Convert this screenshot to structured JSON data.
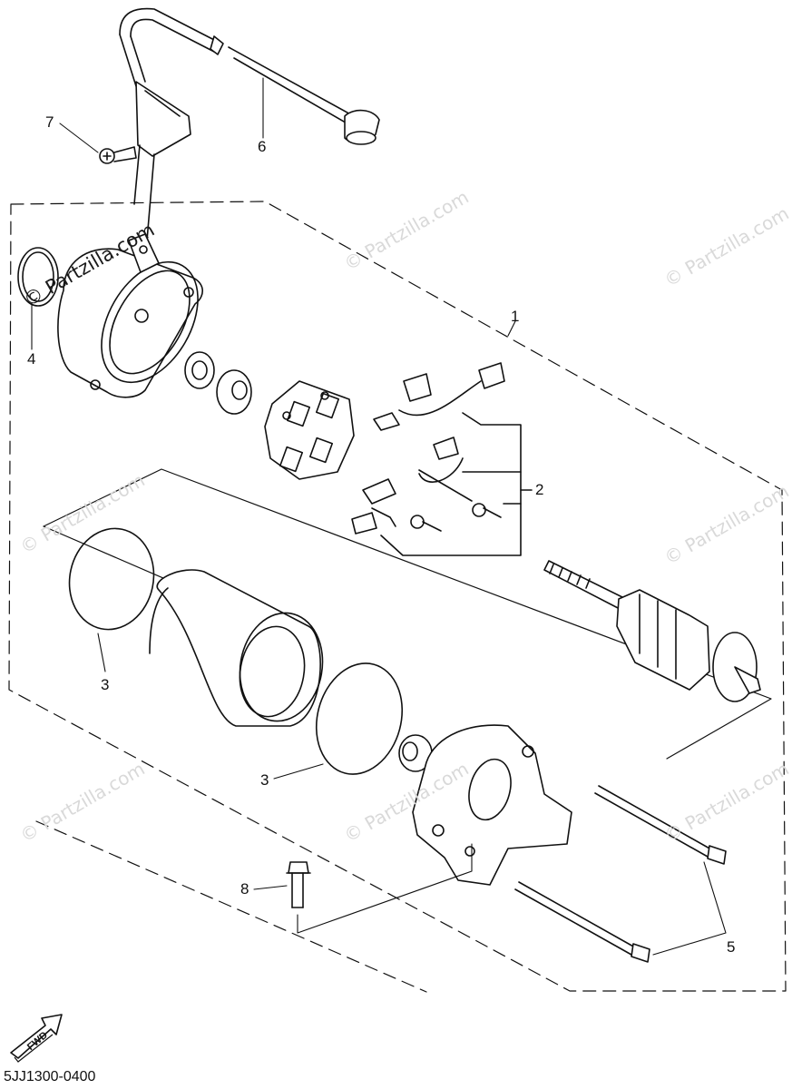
{
  "watermark": {
    "text": "© Partzilla.com",
    "faint_color": "#d9d9d9",
    "strong_color": "#1a1a1a"
  },
  "callouts": {
    "c1": "1",
    "c2": "2",
    "c3a": "3",
    "c3b": "3",
    "c4": "4",
    "c5": "5",
    "c6": "6",
    "c7": "7",
    "c8": "8"
  },
  "fwd_label": "FWD",
  "diagram_code": "5JJ1300-0400"
}
